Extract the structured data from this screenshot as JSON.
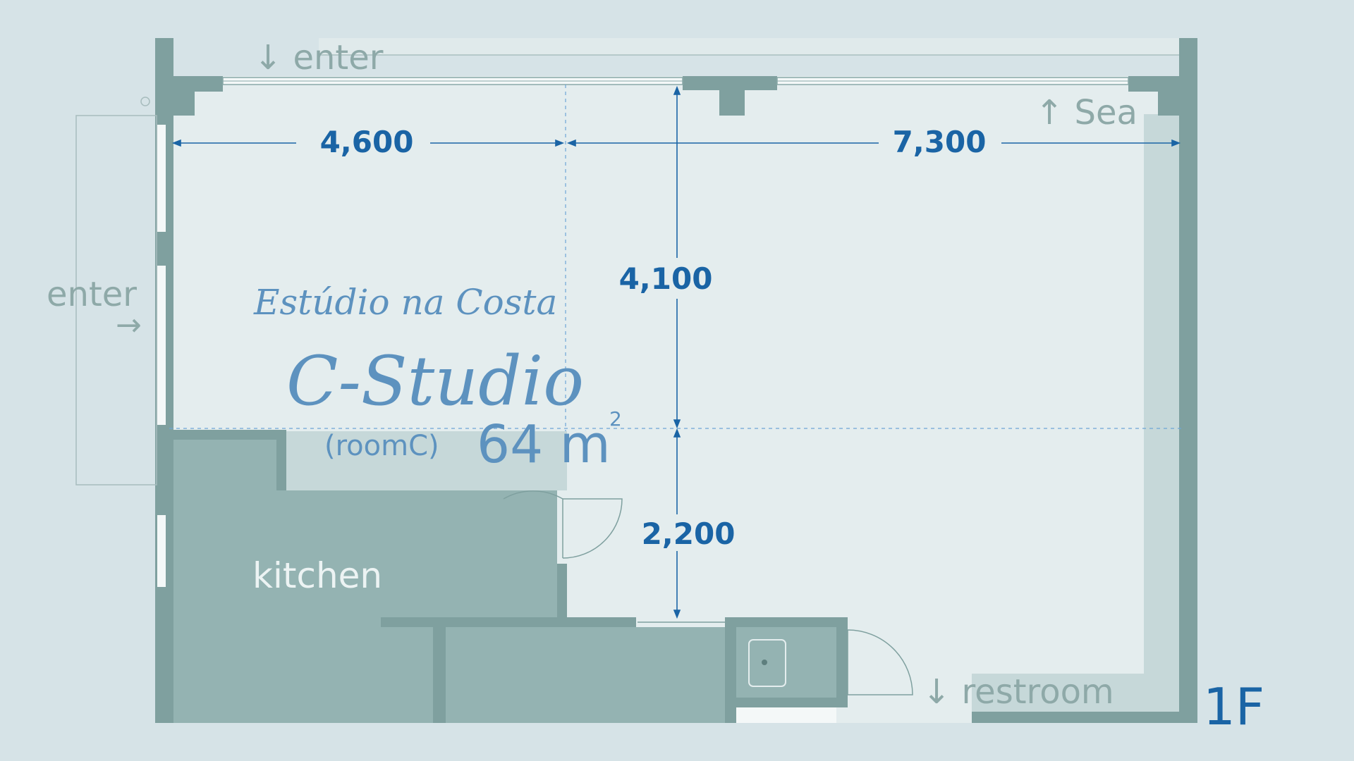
{
  "labels": {
    "enter_top": "↓ enter",
    "enter_left": "enter",
    "enter_left_arrow": "→",
    "sea": "↑ Sea",
    "studio_name": "Estúdio na Costa",
    "studio_brand": "C-Studio",
    "room_code": "(roomC)",
    "area_value": "64 m",
    "area_unit_sup": "2",
    "kitchen": "kitchen",
    "restroom": "↓ restroom",
    "floor": "1F"
  },
  "dimensions": {
    "left_width": "4,600",
    "right_width": "7,300",
    "upper_depth": "4,100",
    "lower_depth": "2,200"
  },
  "colors": {
    "background": "#d6e3e7",
    "room_floor": "#e4edee",
    "wall": "#7fa09f",
    "kitchen_fill": "#94b3b2",
    "counter_fill": "#c6d8d9",
    "dimension": "#1a64a5",
    "label_grey": "#8ea9a8"
  }
}
